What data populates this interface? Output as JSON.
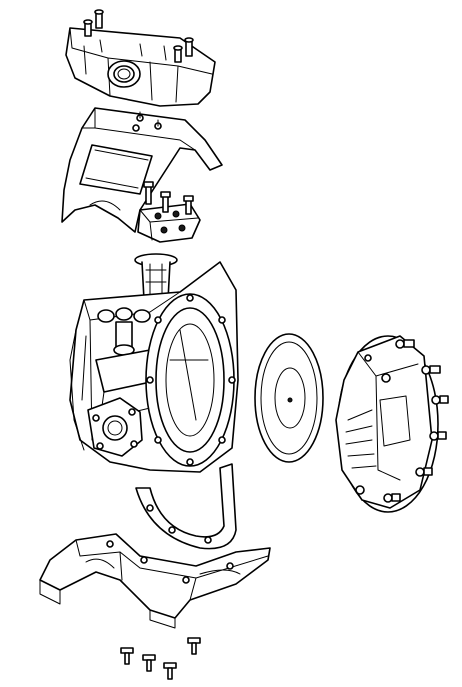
{
  "diagram": {
    "style": "exploded-view line drawing",
    "background_color": "#ffffff",
    "line_color": "#000000",
    "components": [
      {
        "id": "top-manifold",
        "icon": "manifold-icon"
      },
      {
        "id": "center-cover",
        "icon": "cover-icon"
      },
      {
        "id": "air-valve-block",
        "icon": "valve-icon"
      },
      {
        "id": "pilot-cartridge",
        "icon": "cartridge-icon"
      },
      {
        "id": "pump-body",
        "icon": "pump-body-icon"
      },
      {
        "id": "diaphragm",
        "icon": "diaphragm-icon"
      },
      {
        "id": "outer-chamber",
        "icon": "chamber-icon"
      },
      {
        "id": "base-stand",
        "icon": "stand-icon"
      },
      {
        "id": "mounting-bolts",
        "icon": "bolt-icon"
      }
    ]
  }
}
